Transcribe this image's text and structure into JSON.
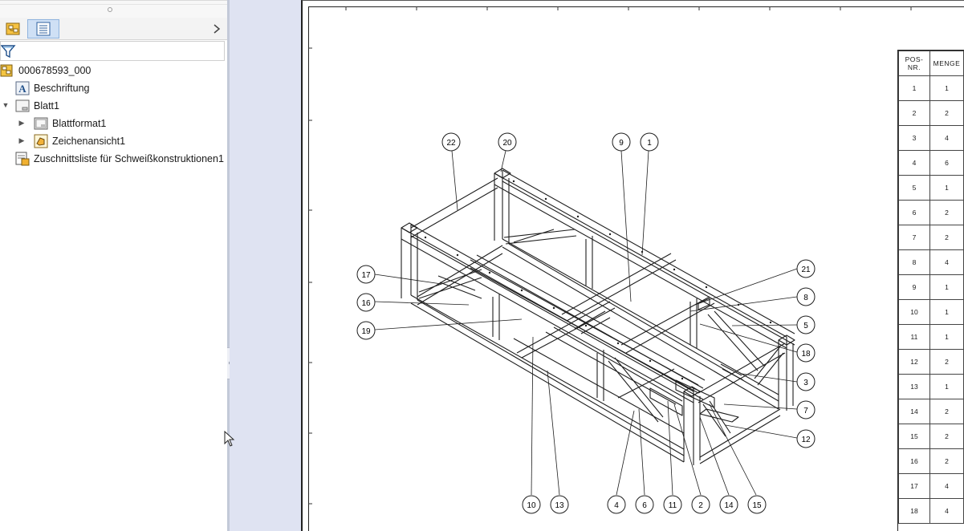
{
  "feature_tree": {
    "tabs": [
      {
        "name": "feature-manager-tab",
        "icon": "feature-manager-icon"
      },
      {
        "name": "property-manager-tab",
        "icon": "property-manager-icon"
      }
    ],
    "more_icon": "chevron-right-icon",
    "filter_icon": "filter-funnel-icon",
    "nodes": [
      {
        "label": "000678593_000",
        "icon": "drawing-document-icon"
      },
      {
        "label": "Beschriftung",
        "icon": "annotation-icon"
      },
      {
        "label": "Blatt1",
        "icon": "sheet-icon"
      },
      {
        "label": "Blattformat1",
        "icon": "sheet-format-icon"
      },
      {
        "label": "Zeichenansicht1",
        "icon": "drawing-view-icon"
      },
      {
        "label": "Zuschnittsliste für Schweißkonstruktionen1",
        "icon": "cut-list-icon"
      }
    ]
  },
  "bom": {
    "headers": [
      "POS-NR.",
      "MENGE"
    ],
    "rows": [
      [
        "1",
        "1"
      ],
      [
        "2",
        "2"
      ],
      [
        "3",
        "4"
      ],
      [
        "4",
        "6"
      ],
      [
        "5",
        "1"
      ],
      [
        "6",
        "2"
      ],
      [
        "7",
        "2"
      ],
      [
        "8",
        "4"
      ],
      [
        "9",
        "1"
      ],
      [
        "10",
        "1"
      ],
      [
        "11",
        "1"
      ],
      [
        "12",
        "2"
      ],
      [
        "13",
        "1"
      ],
      [
        "14",
        "2"
      ],
      [
        "15",
        "2"
      ],
      [
        "16",
        "2"
      ],
      [
        "17",
        "4"
      ],
      [
        "18",
        "4"
      ]
    ]
  },
  "balloons": [
    "22",
    "20",
    "9",
    "1",
    "17",
    "16",
    "19",
    "21",
    "8",
    "5",
    "18",
    "3",
    "7",
    "12",
    "10",
    "13",
    "4",
    "6",
    "11",
    "2",
    "14",
    "15"
  ],
  "colors": {
    "graphics_background": "#dfe3f2",
    "selected_tab": "#cfe0f5",
    "sheet": "#ffffff",
    "lines": "#222222"
  }
}
